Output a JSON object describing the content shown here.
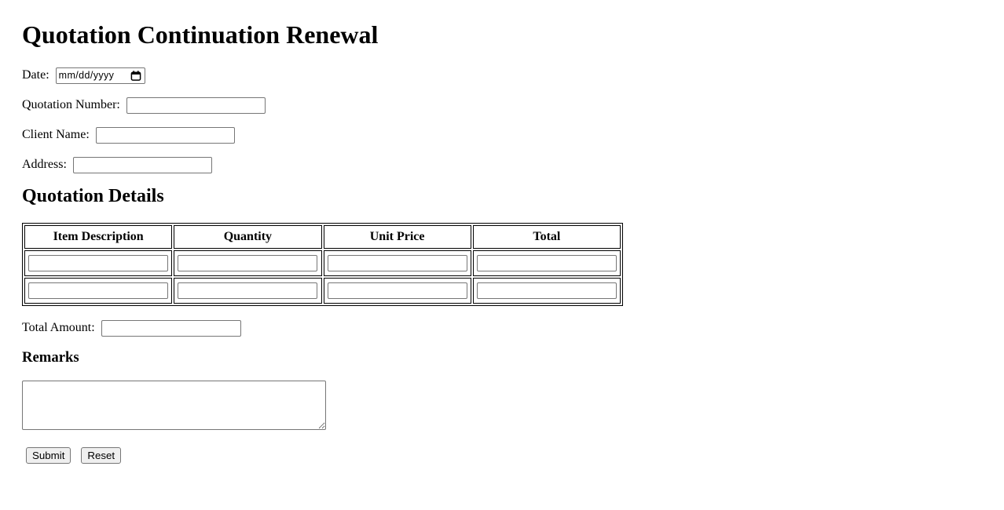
{
  "header": {
    "title": "Quotation Continuation Renewal"
  },
  "form": {
    "date": {
      "label": "Date:",
      "placeholder": "mm/dd/yyyy",
      "value": "",
      "icon": "calendar-icon"
    },
    "quotation_number": {
      "label": "Quotation Number:",
      "value": ""
    },
    "client_name": {
      "label": "Client Name:",
      "value": ""
    },
    "address": {
      "label": "Address:",
      "value": ""
    }
  },
  "details": {
    "heading": "Quotation Details",
    "table": {
      "headers": [
        "Item Description",
        "Quantity",
        "Unit Price",
        "Total"
      ],
      "rows": [
        [
          "",
          "",
          "",
          ""
        ],
        [
          "",
          "",
          "",
          ""
        ]
      ]
    }
  },
  "total_amount": {
    "label": "Total Amount:",
    "value": ""
  },
  "remarks": {
    "heading": "Remarks",
    "value": ""
  },
  "buttons": {
    "submit": "Submit",
    "reset": "Reset"
  },
  "colors": {
    "background": "#ffffff",
    "text": "#000000",
    "input_border": "#767676",
    "table_border": "#000000",
    "button_background": "#efefef"
  }
}
